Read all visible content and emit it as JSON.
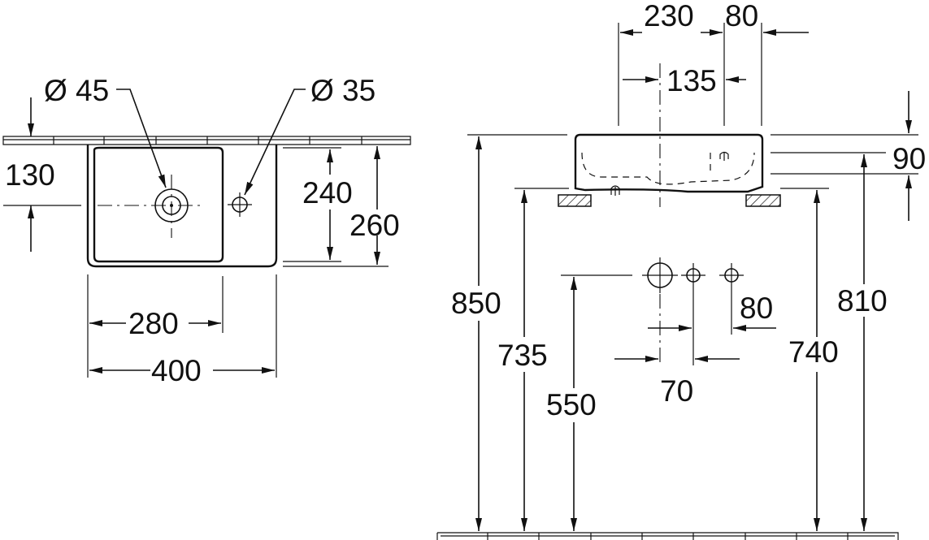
{
  "plan_view": {
    "hole_large_diameter": "Ø 45",
    "hole_small_diameter": "Ø 35",
    "rear_offset": "130",
    "bowl_depth": "240",
    "total_depth": "260",
    "bowl_width": "280",
    "total_width": "400"
  },
  "side_view": {
    "top_width": "230",
    "top_offset": "80",
    "tap_offset": "135",
    "rim_height": "90",
    "height_850": "850",
    "height_735": "735",
    "height_550": "550",
    "height_740": "740",
    "height_810": "810",
    "tap_spacing_80": "80",
    "tap_spacing_70": "70"
  }
}
